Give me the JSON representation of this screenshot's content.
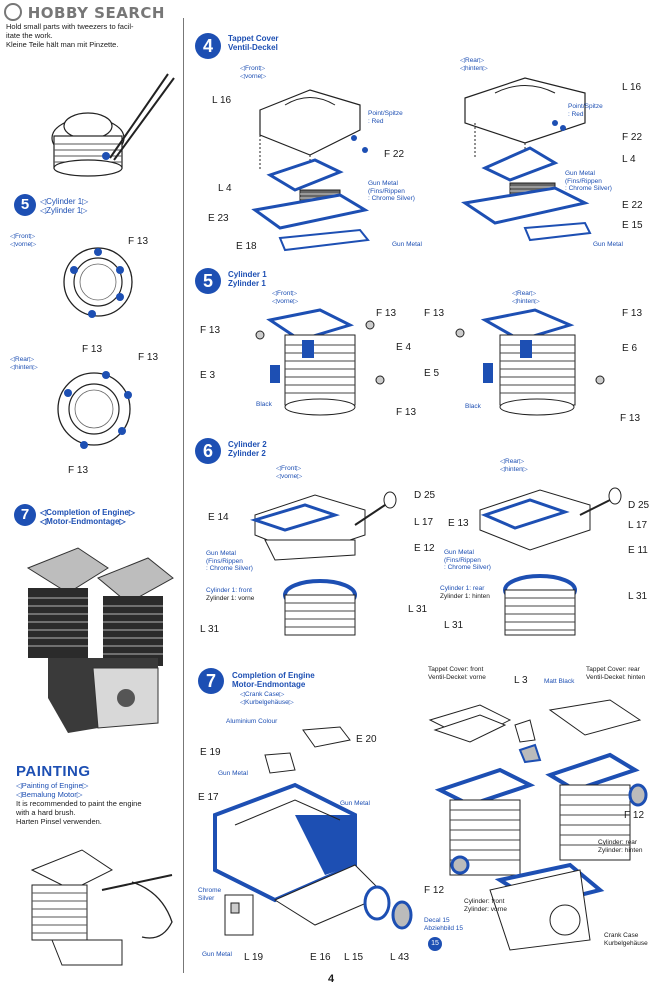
{
  "logo": {
    "text": "HOBBY SEARCH"
  },
  "left": {
    "tweezers_note": [
      "Hold small parts with tweezers to facil-",
      "itate the work.",
      "Kleine Teile hält man mit Pinzette."
    ],
    "step5": {
      "num": "5",
      "title_en": "◁Cylinder 1▷",
      "title_de": "◁Zylinder 1▷"
    },
    "front": [
      "◁Front▷",
      "◁vorne▷"
    ],
    "rear": [
      "◁Rear▷",
      "◁hinten▷"
    ],
    "f13": "F 13",
    "step7": {
      "num": "7",
      "title_en": "◁Completion of Engine▷",
      "title_de": "◁Motor-Endmontage▷"
    },
    "painting": {
      "title": "PAINTING",
      "sub_en": "◁Painting of Engine▷",
      "sub_de": "◁Bemalung Motor▷",
      "text": [
        "It is recommended to paint the engine",
        "with a hard brush.",
        "Harten Pinsel verwenden."
      ]
    }
  },
  "step4": {
    "num": "4",
    "title_en": "Tappet Cover",
    "title_de": "Ventil-Deckel",
    "front": [
      "◁Front▷",
      "◁vorne▷"
    ],
    "rear": [
      "◁Rear▷",
      "◁hinten▷"
    ],
    "labels_left": [
      "L 16",
      "F 22",
      "L 4",
      "E 23",
      "E 18"
    ],
    "labels_right": [
      "L 16",
      "F 22",
      "L 4",
      "E 22",
      "E 15"
    ],
    "point_en": "Point/Spitze",
    "point_red": ": Red",
    "gunmetal": [
      "Gun Metal",
      "(Fins/Rippen",
      ": Chrome Silver)"
    ],
    "gun_metal": "Gun Metal"
  },
  "step5b": {
    "num": "5",
    "title_en": "Cylinder 1",
    "title_de": "Zylinder 1",
    "front": [
      "◁Front▷",
      "◁vorne▷"
    ],
    "rear": [
      "◁Rear▷",
      "◁hinten▷"
    ],
    "left_labels": [
      "F 13",
      "F 13",
      "E 4",
      "E 3",
      "F 13"
    ],
    "right_labels": [
      "F 13",
      "F 13",
      "E 6",
      "E 5",
      "F 13"
    ],
    "black": "Black"
  },
  "step6": {
    "num": "6",
    "title_en": "Cylinder 2",
    "title_de": "Zylinder 2",
    "front": [
      "◁Front▷",
      "◁vorne▷"
    ],
    "rear": [
      "◁Rear▷",
      "◁hinten▷"
    ],
    "left_labels": [
      "D 25",
      "E 14",
      "L 17",
      "E 12",
      "L 31",
      "L 31"
    ],
    "right_labels": [
      "D 25",
      "E 13",
      "L 17",
      "E 11",
      "L 31",
      "L 31"
    ],
    "gunmetal": [
      "Gun Metal",
      "(Fins/Rippen",
      ": Chrome Silver)"
    ],
    "cyl_front": [
      "Cylinder 1: front",
      "Zylinder 1: vorne"
    ],
    "cyl_rear": [
      "Cylinder 1: rear",
      "Zylinder 1: hinten"
    ]
  },
  "step7": {
    "num": "7",
    "title_en": "Completion of Engine",
    "title_de": "Motor-Endmontage",
    "crank": [
      "◁Crank Case▷",
      "◁Kurbelgehäuse▷"
    ],
    "aluminium": "Aluminium Colour",
    "labels": [
      "E 19",
      "E 20",
      "E 17",
      "E 16",
      "L 15",
      "L 43",
      "L 19",
      "L 3",
      "F 12",
      "F 12"
    ],
    "gun_metal": "Gun Metal",
    "chrome_silver": [
      "Chrome",
      "Silver"
    ],
    "matt_black": "Matt Black",
    "decal": [
      "Decal 15",
      "Abziehbild 15"
    ],
    "tappet_front": [
      "Tappet Cover: front",
      "Ventil-Deckel: vorne"
    ],
    "tappet_rear": [
      "Tappet Cover: rear",
      "Ventil-Deckel: hinten"
    ],
    "cyl_rear": [
      "Cylinder: rear",
      "Zylinder: hinten"
    ],
    "cyl_front": [
      "Cylinder: front",
      "Zylinder: vorne"
    ],
    "crank_case": [
      "Crank Case",
      "Kurbelgehäuse"
    ],
    "decal_badge": "15"
  },
  "page_number": "4",
  "colors": {
    "accent": "#1d4fb3",
    "line": "#222222"
  }
}
